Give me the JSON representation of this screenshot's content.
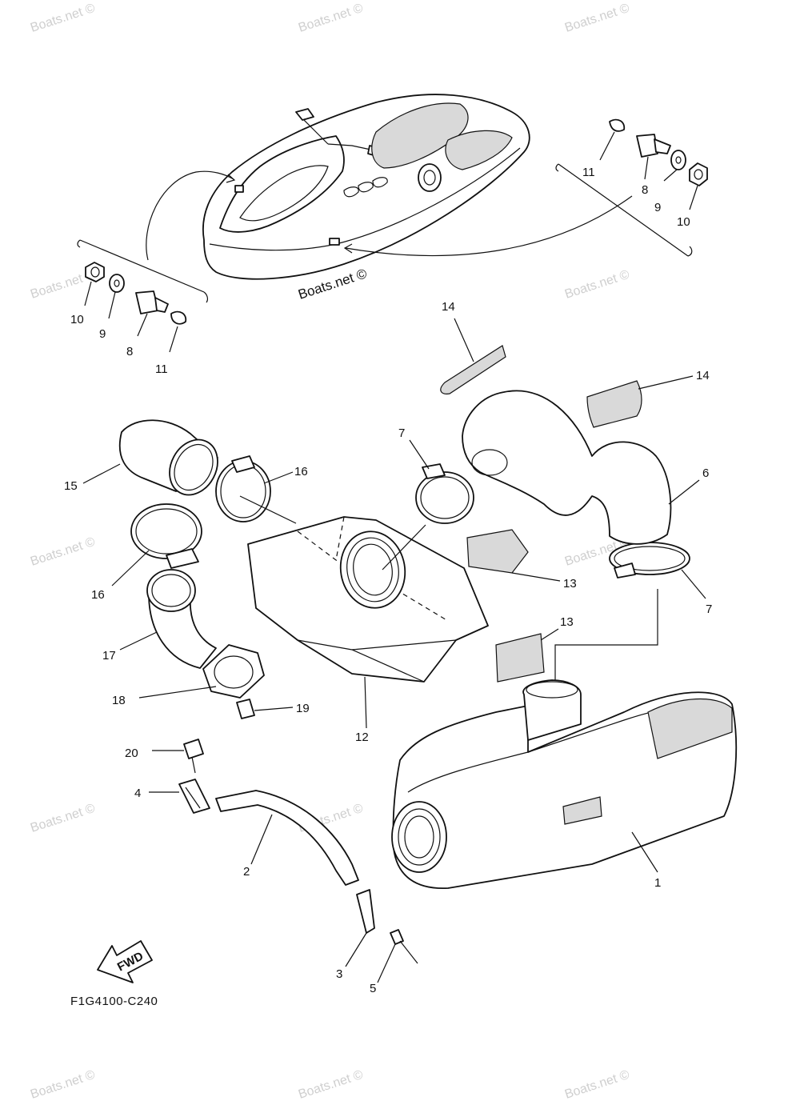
{
  "diagram": {
    "code": "F1G4100-C240",
    "fwd_label": "FWD",
    "credit": "Boats.net ©",
    "watermark": "Boats.net ©",
    "labels": {
      "n1": "1",
      "n2": "2",
      "n3": "3",
      "n4": "4",
      "n5": "5",
      "n6": "6",
      "n7a": "7",
      "n7b": "7",
      "n8a": "8",
      "n8b": "8",
      "n9a": "9",
      "n9b": "9",
      "n10a": "10",
      "n10b": "10",
      "n11a": "11",
      "n11b": "11",
      "n12": "12",
      "n13a": "13",
      "n13b": "13",
      "n14a": "14",
      "n14b": "14",
      "n15": "15",
      "n16a": "16",
      "n16b": "16",
      "n17": "17",
      "n18": "18",
      "n19": "19",
      "n20": "20"
    }
  }
}
